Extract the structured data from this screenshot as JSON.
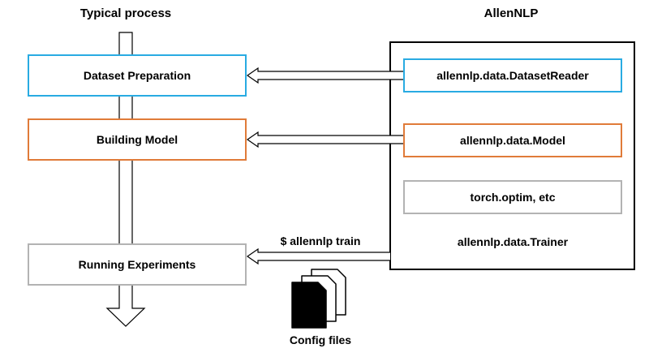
{
  "headers": {
    "typical_process": "Typical process",
    "allennlp": "AllenNLP"
  },
  "process_steps": [
    {
      "label": "Dataset Preparation",
      "color": "#29abe2"
    },
    {
      "label": "Building Model",
      "color": "#e07b39"
    },
    {
      "label": "Running Experiments",
      "color": "#b3b3b3"
    }
  ],
  "allennlp_components": [
    {
      "label": "allennlp.data.DatasetReader",
      "color": "#29abe2"
    },
    {
      "label": "allennlp.data.Model",
      "color": "#e07b39"
    },
    {
      "label": "torch.optim, etc",
      "color": "#b3b3b3"
    }
  ],
  "trainer_label": "allennlp.data.Trainer",
  "train_command": "$ allennlp train",
  "config_files_label": "Config files",
  "config_files_icon": "stacked-documents-icon"
}
